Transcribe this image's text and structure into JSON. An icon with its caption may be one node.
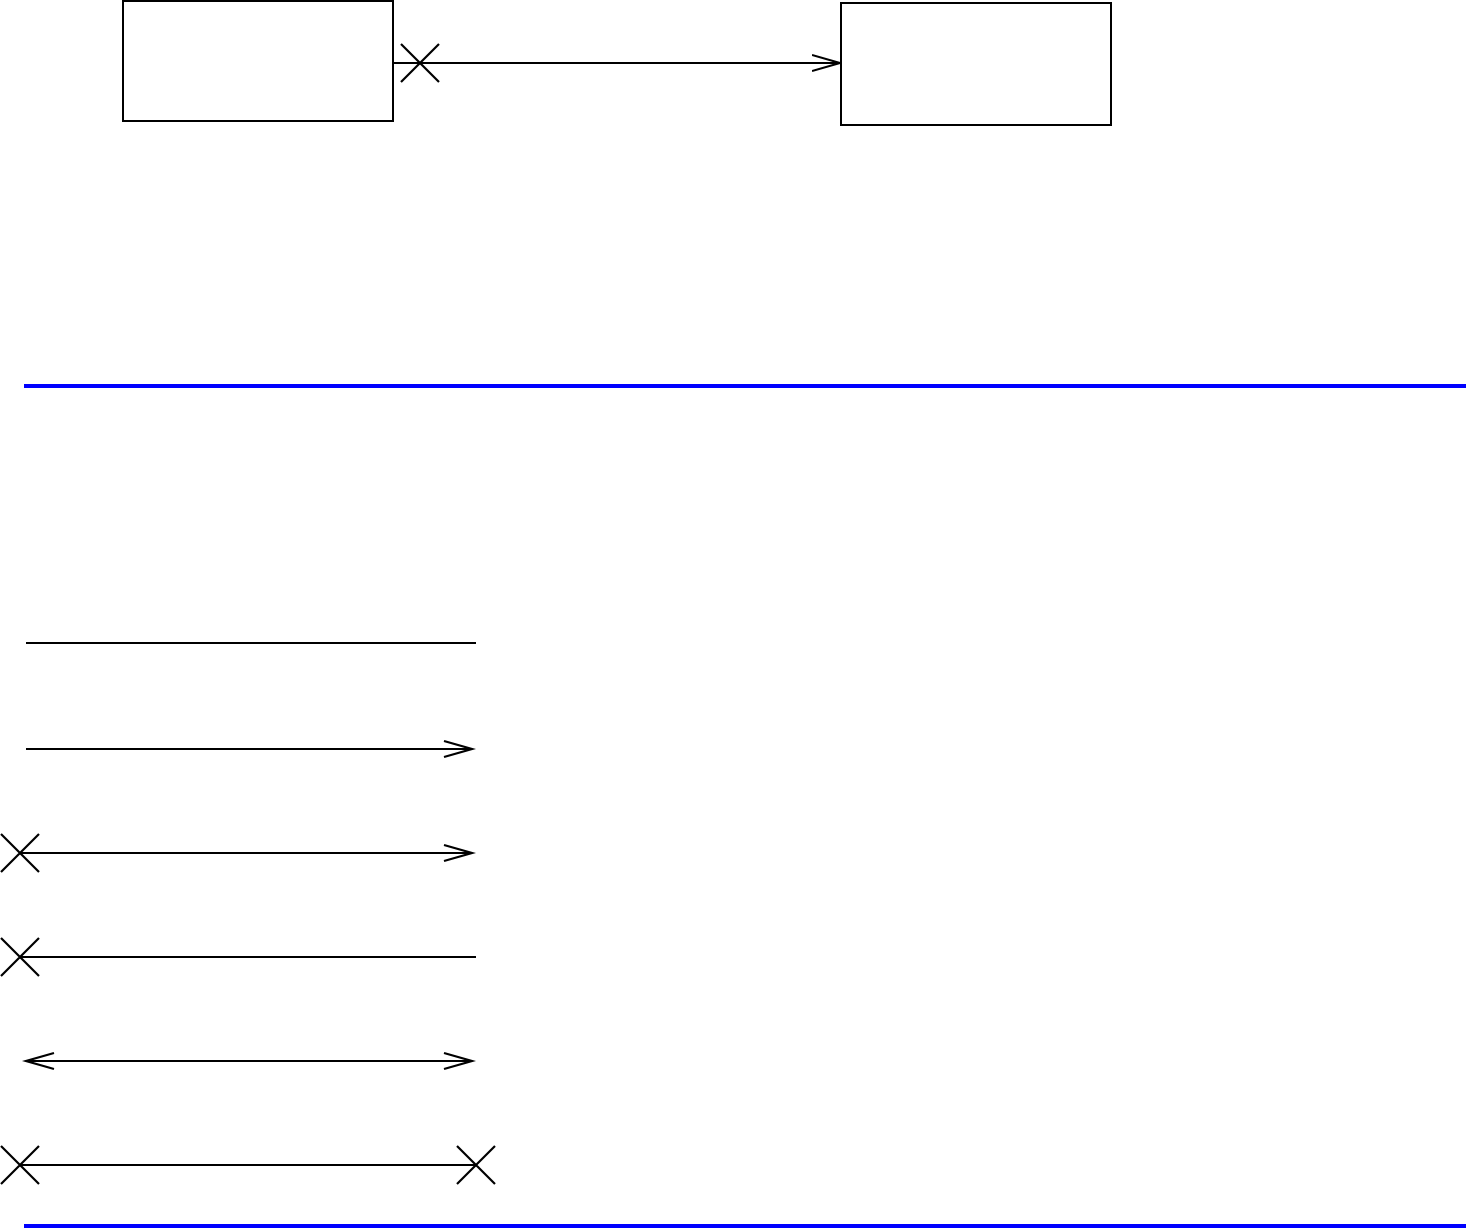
{
  "diagram": {
    "nodes": [
      {
        "text": [],
        "shape": "box"
      },
      {
        "text": [],
        "shape": "box"
      }
    ],
    "edges": [
      {
        "from": 0,
        "to": 1,
        "arrow": "to"
      }
    ]
  }
}
